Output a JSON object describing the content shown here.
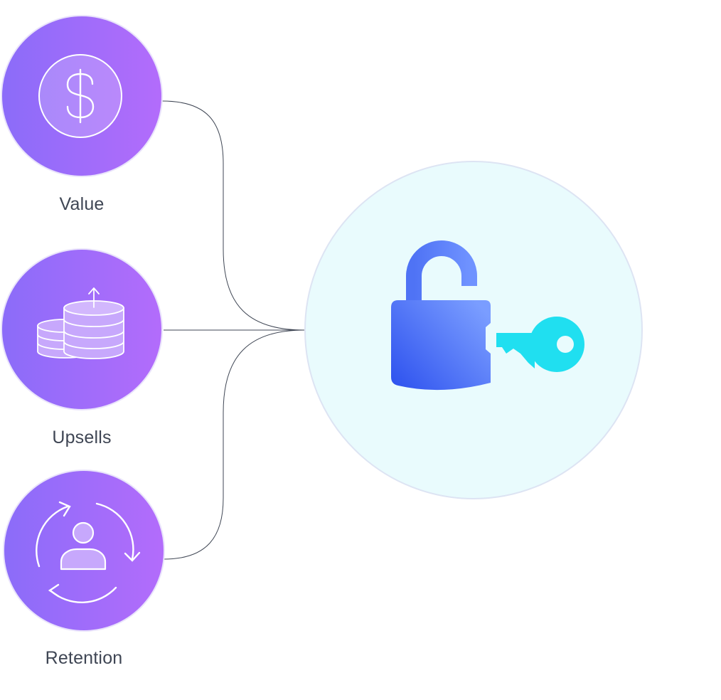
{
  "nodes": [
    {
      "id": "value",
      "label": "Value",
      "icon": "dollar-icon"
    },
    {
      "id": "upsells",
      "label": "Upsells",
      "icon": "coin-stack-icon"
    },
    {
      "id": "retention",
      "label": "Retention",
      "icon": "user-cycle-icon"
    }
  ],
  "hub": {
    "icon": "padlock-key-icon"
  },
  "colors": {
    "node_gradient_start": "#8b6cf9",
    "node_gradient_end": "#b36cfb",
    "hub_fill": "#e9fbfd",
    "hub_stroke": "#d9e3f2",
    "lock_gradient_start": "#2c50ee",
    "lock_gradient_end": "#7a9dff",
    "key_color": "#20dff0",
    "connector": "#3f4654",
    "label_text": "#3f4654"
  }
}
